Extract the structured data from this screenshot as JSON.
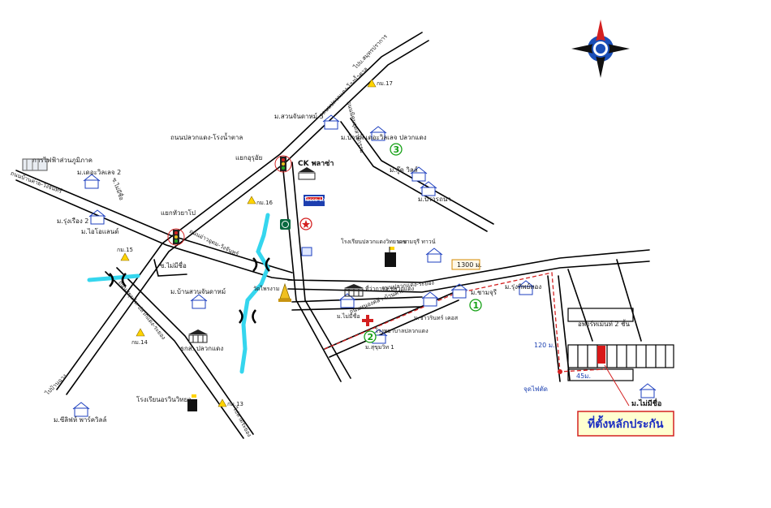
{
  "compass": {
    "north": "N"
  },
  "roads": {
    "bangna_trad": "ไปบ.สมุทรปราการ",
    "pluak_daeng_km14": "ถนนสุขุมวิท-ปลวกแดง-ระยอง",
    "rayong_road": "ไปหาดระยอง",
    "ban_kai": "ถนนบ้านค่าย-วังจันทร์",
    "pluak_daeng_rd": "ถนนปลวกแดง-ระยอง",
    "to_ban_chang": "ไปบ้านฉาง",
    "ao_udom": "ถนนอ่าวอุดม-วังจันทร์",
    "nong_khla": "ถนนหนองคล้า-บ้านค่าย",
    "to_hill_rd": "ถนนปลวกแดง-ระยอง",
    "road_a": "ถนนปลวกแดง-โรงน้ำตาล",
    "soi_nikhom": "ถนนนิคมอุตสาหกรรม"
  },
  "labels": {
    "ban_chang_cross": "แยกอุรุอัย",
    "huai_pong": "แยกหัวยาโป",
    "ck_plaza": "CK พลาซ่า",
    "tesco": "Tesco Lotus",
    "village_suan": "ม.สวนจันดาหม์ 3",
    "village_baan": "ม.บ้านพี เดอะวิลเลจ ปลวกแดง",
    "village_goodwill": "ม.กู๊ด วิลล์",
    "village_pratthana": "ม.ปรารถนา",
    "school_pluak": "โรงเรียนปลวกแดงวิทยาคม",
    "village_chamchuri": "ม.ชามจุรี ทาวน์",
    "dist_1300": "1300 ม.",
    "village_chamchuri2": "ม.ชามจุรี",
    "village_rueng": "ม.รุ่งทิพย์ทอง",
    "wat": "วัดไพรงาม",
    "amphoe": "ที่ว่าการอ.ปลวกแดง",
    "village_mai_mee": "ม.ไม่มีชื่อ",
    "village_chawarin": "ม.ชาวรินทร์ เคอส",
    "hospital": "โรงพยาบาลปลวกแดง",
    "village_suanchan": "ม.บ้านสวนจันดาหม์",
    "bank": "ธกส. ปลวกแดง",
    "village_mai": "ม.ไม่มีชื่อ",
    "village_sukhum": "ม.สุขุมวิท 1",
    "school_ban": "โรงเรียนอรวินวิทยา",
    "village_son": "ม.ซีลิฟห์ พาร์ควิลล์",
    "village_golden": "ม.เดอะวิลเลจ 2",
    "village_rung": "ม.รุ่งเรือง 2",
    "village_palm": "ม.ไอโอแลนด์",
    "factory": "การไฟฟ้าส่วนภูมิภาค",
    "area_row": "อพาร์ทเม้นท์ 2 ชั้น",
    "dist_120": "120 ม.",
    "dist_45": "45ม.",
    "end_point": "จุดไฟตัด",
    "pin_village": "ม.ไม่มีชื่อ",
    "km13": "กม.13",
    "km14": "กม.14",
    "km15": "กม.15",
    "km16": "กม.16",
    "km17": "กม.17",
    "no_name": "ซ.ไม่มีชื่อ",
    "num1": "1",
    "num2": "2",
    "num3": "3"
  },
  "legend": {
    "target_label": "ที่ตั้งหลักประกัน"
  },
  "colors": {
    "road": "#000000",
    "water": "#35d6ee",
    "route": "#d42020",
    "target_fill": "#ffffd0",
    "target_border": "#d42020",
    "target_text": "#1d2fc2",
    "plot": "#d81818",
    "green_marker": "#15a015"
  }
}
